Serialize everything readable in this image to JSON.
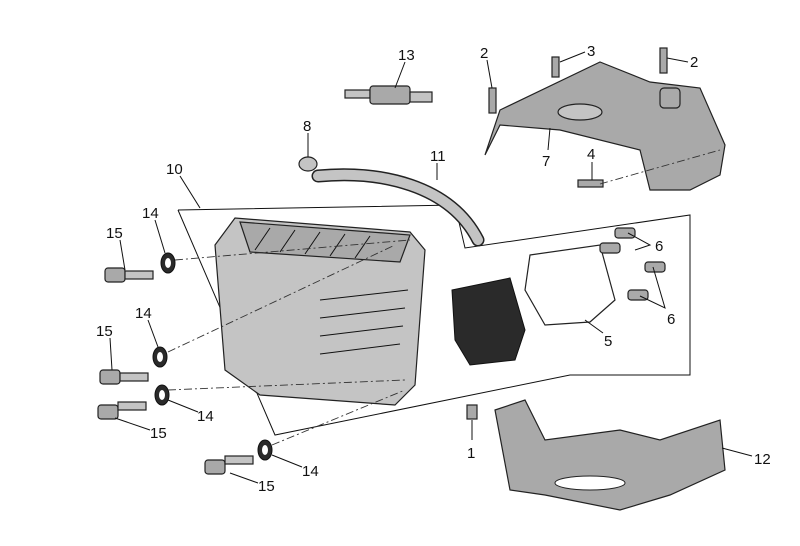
{
  "labels": {
    "spark_plug": "13",
    "screw_left": "2",
    "screw_mid": "3",
    "screw_right": "2",
    "clamp": "8",
    "hose": "11",
    "cover_top": "7",
    "screw_4": "4",
    "head_cover": "10",
    "washer_a": "14",
    "bolt_a": "15",
    "screws_6a": "6",
    "screws_6b": "6",
    "gasket": "5",
    "washer_b": "14",
    "bolt_b": "15",
    "washer_c": "14",
    "bolt_c": "15",
    "screw_1": "1",
    "cover_bottom": "12",
    "washer_d": "14",
    "bolt_d": "15"
  },
  "colors": {
    "part_fill": "#a9a9a9",
    "gasket_dark": "#2a2a2a"
  }
}
